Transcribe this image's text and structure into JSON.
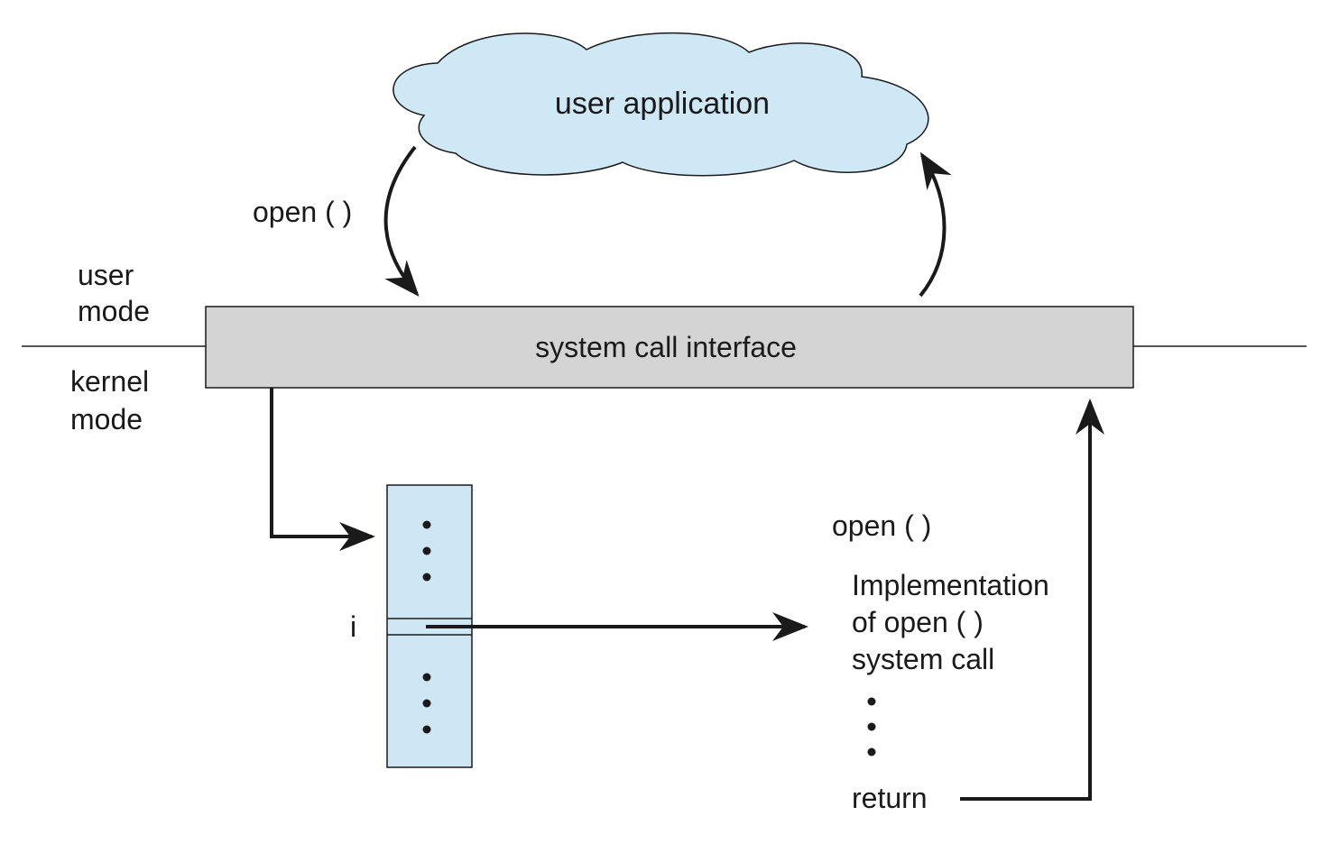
{
  "cloud": {
    "label": "user application"
  },
  "syscall_interface": {
    "label": "system call interface"
  },
  "modes": {
    "user": [
      "user",
      "mode"
    ],
    "kernel": [
      "kernel",
      "mode"
    ]
  },
  "call_label": "open ( )",
  "table": {
    "index_label": "i"
  },
  "implementation": {
    "title": "open ( )",
    "lines": [
      "Implementation",
      "of open ( )",
      "system call"
    ],
    "return_label": "return"
  },
  "colors": {
    "cloud_fill": "#cfe8f6",
    "table_fill": "#cfe6f5",
    "interface_fill": "#d4d4d4",
    "stroke": "#1a1a1a"
  }
}
